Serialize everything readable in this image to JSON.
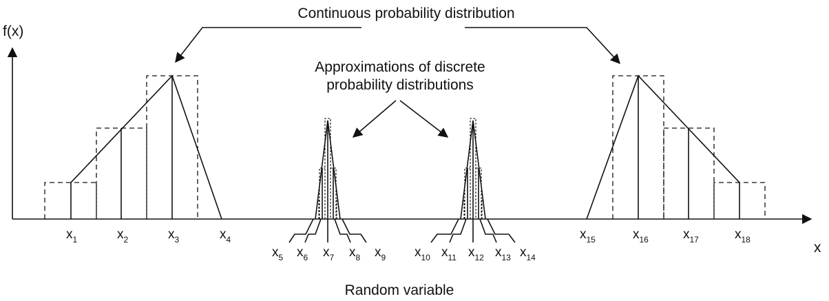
{
  "labels": {
    "continuous": "Continuous probability distribution",
    "discrete_line1": "Approximations of discrete",
    "discrete_line2": "probability distributions",
    "y_axis": "f(x)",
    "x_axis": "x",
    "random_variable": "Random variable"
  },
  "x_points": [
    {
      "base": "x",
      "sub": "1"
    },
    {
      "base": "x",
      "sub": "2"
    },
    {
      "base": "x",
      "sub": "3"
    },
    {
      "base": "x",
      "sub": "4"
    },
    {
      "base": "x",
      "sub": "5"
    },
    {
      "base": "x",
      "sub": "6"
    },
    {
      "base": "x",
      "sub": "7"
    },
    {
      "base": "x",
      "sub": "8"
    },
    {
      "base": "x",
      "sub": "9"
    },
    {
      "base": "x",
      "sub": "10"
    },
    {
      "base": "x",
      "sub": "11"
    },
    {
      "base": "x",
      "sub": "12"
    },
    {
      "base": "x",
      "sub": "13"
    },
    {
      "base": "x",
      "sub": "14"
    },
    {
      "base": "x",
      "sub": "15"
    },
    {
      "base": "x",
      "sub": "16"
    },
    {
      "base": "x",
      "sub": "17"
    },
    {
      "base": "x",
      "sub": "18"
    }
  ],
  "colors": {
    "ink": "#111111",
    "background": "#ffffff"
  }
}
